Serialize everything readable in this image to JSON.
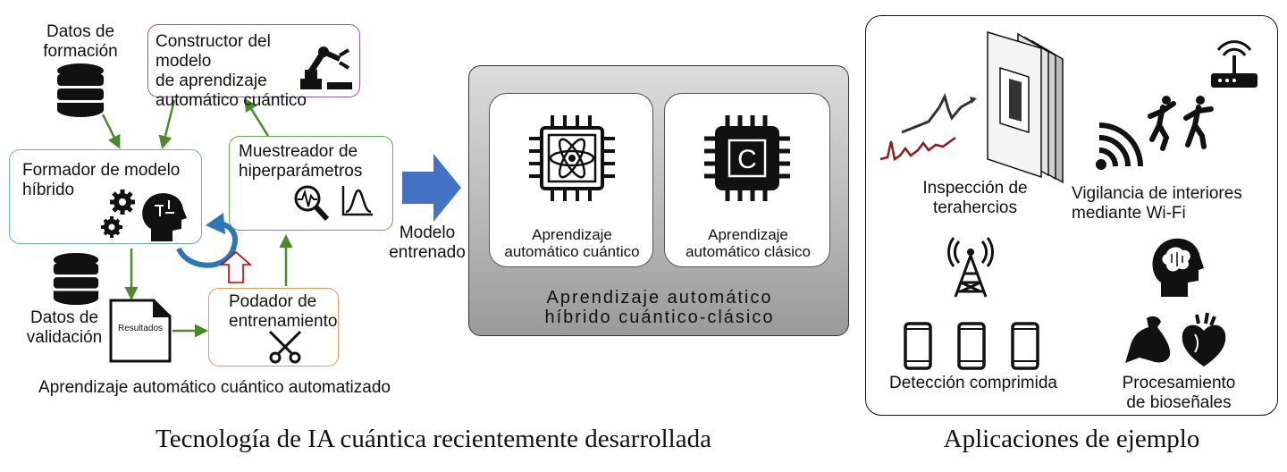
{
  "left": {
    "training_data": "Datos de\nformación",
    "validation_data": "Datos de\nvalidación",
    "constructor": "Constructor del modelo\nde aprendizaje\nautomático cuántico",
    "former": "Formador de modelo\nhíbrido",
    "sampler": "Muestreador de\nhiperparámetros",
    "pruner": "Podador de\nentrenamiento",
    "results_doc": "Resultados",
    "section_title": "Aprendizaje automático cuántico automatizado"
  },
  "arrow": {
    "label": "Modelo\nentrenado"
  },
  "center": {
    "quantum_label": "Aprendizaje\nautomático cuántico",
    "classical_label": "Aprendizaje\nautomático clásico",
    "classical_chip_letter": "C",
    "panel_title": "Aprendizaje automático\nhíbrido cuántico-clásico"
  },
  "right": {
    "terahertz": "Inspección de\nterahercios",
    "wifi": "Vigilancia de interiores\nmediante Wi-Fi",
    "compressed": "Detección comprimida",
    "biosignal": "Procesamiento\nde bioseñales"
  },
  "captions": {
    "bottom_left": "Tecnología de IA cuántica recientemente desarrollada",
    "bottom_right": "Aplicaciones de ejemplo"
  },
  "colors": {
    "green": "#4a8a2c",
    "purple": "#8e5fa8",
    "blue_box": "#6fa7d6",
    "green_box": "#6aa84f",
    "orange_box": "#e69a5a",
    "blue_arrow": "#4472c4",
    "circ_arrow": "#2e75b6",
    "red_arrow": "#c00000"
  },
  "icons": [
    "database-icon",
    "robot-arm-icon",
    "gears-head-icon",
    "magnifier-wave-icon",
    "gaussian-icon",
    "document-icon",
    "scissors-icon",
    "quantum-chip-icon",
    "classical-chip-icon",
    "terahertz-panel-icon",
    "router-icon",
    "people-icon",
    "wifi-signal-icon",
    "antenna-tower-icon",
    "smartphone-icon",
    "brain-head-icon",
    "muscle-arm-icon",
    "heart-icon"
  ]
}
